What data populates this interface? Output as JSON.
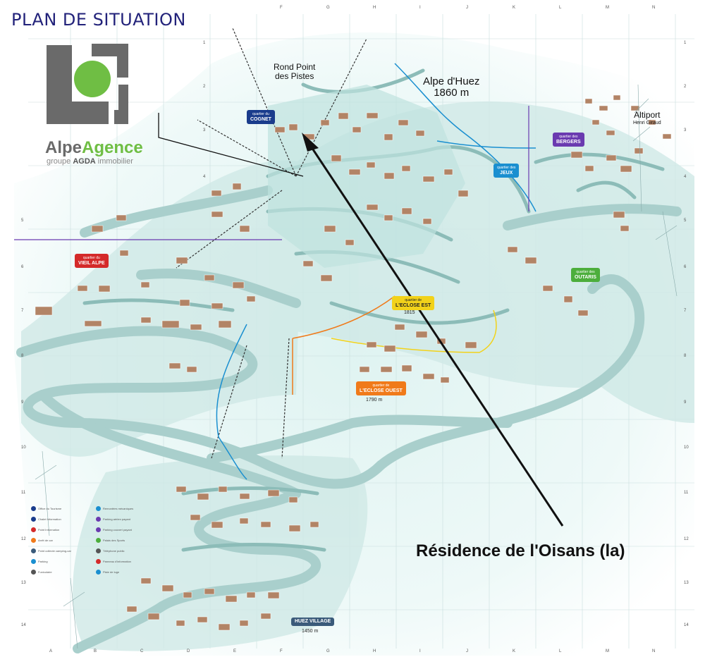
{
  "header": {
    "title": "PLAN DE SITUATION"
  },
  "logo": {
    "brand_part1": "Alpe",
    "brand_part2": "Agence",
    "tagline_pre": "groupe ",
    "tagline_bold": "AGDA",
    "tagline_post": " immobilier",
    "colors": {
      "grey": "#6a6a6a",
      "green": "#6fbe44"
    }
  },
  "map_labels": {
    "resort_name": "Alpe d'Huez",
    "resort_altitude": "1860 m",
    "rond_point_line1": "Rond Point",
    "rond_point_line2": "des Pistes",
    "altiport_name": "Altiport",
    "altiport_sub": "Henri Giraud"
  },
  "districts": [
    {
      "key": "cognet",
      "small": "quartier du",
      "name": "COGNET",
      "color": "#1a3c8c"
    },
    {
      "key": "bergers",
      "small": "quartier des",
      "name": "BERGERS",
      "color": "#6a3ab0"
    },
    {
      "key": "jeux",
      "small": "quartier des",
      "name": "JEUX",
      "color": "#1a8fd0"
    },
    {
      "key": "vieil",
      "small": "quartier du",
      "name": "VIEIL ALPE",
      "color": "#d42a2a"
    },
    {
      "key": "outaris",
      "small": "quartier des",
      "name": "OUTARIS",
      "color": "#4cae3c"
    },
    {
      "key": "eclest",
      "small": "quartier de",
      "name": "L'ECLOSE EST",
      "color": "#f2d21a"
    },
    {
      "key": "eclouest",
      "small": "quartier de",
      "name": "L'ECLOSE OUEST",
      "color": "#f07a1a"
    },
    {
      "key": "huez",
      "small": "",
      "name": "HUEZ VILLAGE",
      "color": "#3a5a7a"
    }
  ],
  "altitudes": {
    "eclose_est": "1815",
    "eclose_ouest": "1790 m",
    "huez_village": "1450 m"
  },
  "annotation": {
    "text": "Résidence de l'Oisans (la)"
  },
  "grid": {
    "columns": [
      "A",
      "B",
      "C",
      "D",
      "E",
      "F",
      "G",
      "H",
      "I",
      "J",
      "K",
      "L",
      "M",
      "N"
    ],
    "rows": [
      "1",
      "2",
      "3",
      "4",
      "5",
      "6",
      "7",
      "8",
      "9",
      "10",
      "11",
      "12",
      "13",
      "14"
    ]
  },
  "legend_items": [
    {
      "text": "Office du Tourisme",
      "color": "#1a3c8c"
    },
    {
      "text": "Chalet Information",
      "color": "#1a3c8c"
    },
    {
      "text": "Point Information",
      "color": "#d42a2a"
    },
    {
      "text": "Arrêt de car",
      "color": "#f07a1a"
    },
    {
      "text": "Point collecte camping-car",
      "color": "#3a5a7a"
    },
    {
      "text": "Parking",
      "color": "#1a8fd0"
    },
    {
      "text": "Funiculaire",
      "color": "#555555"
    },
    {
      "text": "Remontées mécaniques",
      "color": "#1a8fd0"
    },
    {
      "text": "Parking aérien payant",
      "color": "#6a3ab0"
    },
    {
      "text": "Parking couvert payant",
      "color": "#6a3ab0"
    },
    {
      "text": "Palais des Sports",
      "color": "#4cae3c"
    },
    {
      "text": "Téléphone public",
      "color": "#555555"
    },
    {
      "text": "Panneau d'information",
      "color": "#d42a2a"
    },
    {
      "text": "Piste de luge",
      "color": "#1a8fd0"
    }
  ]
}
